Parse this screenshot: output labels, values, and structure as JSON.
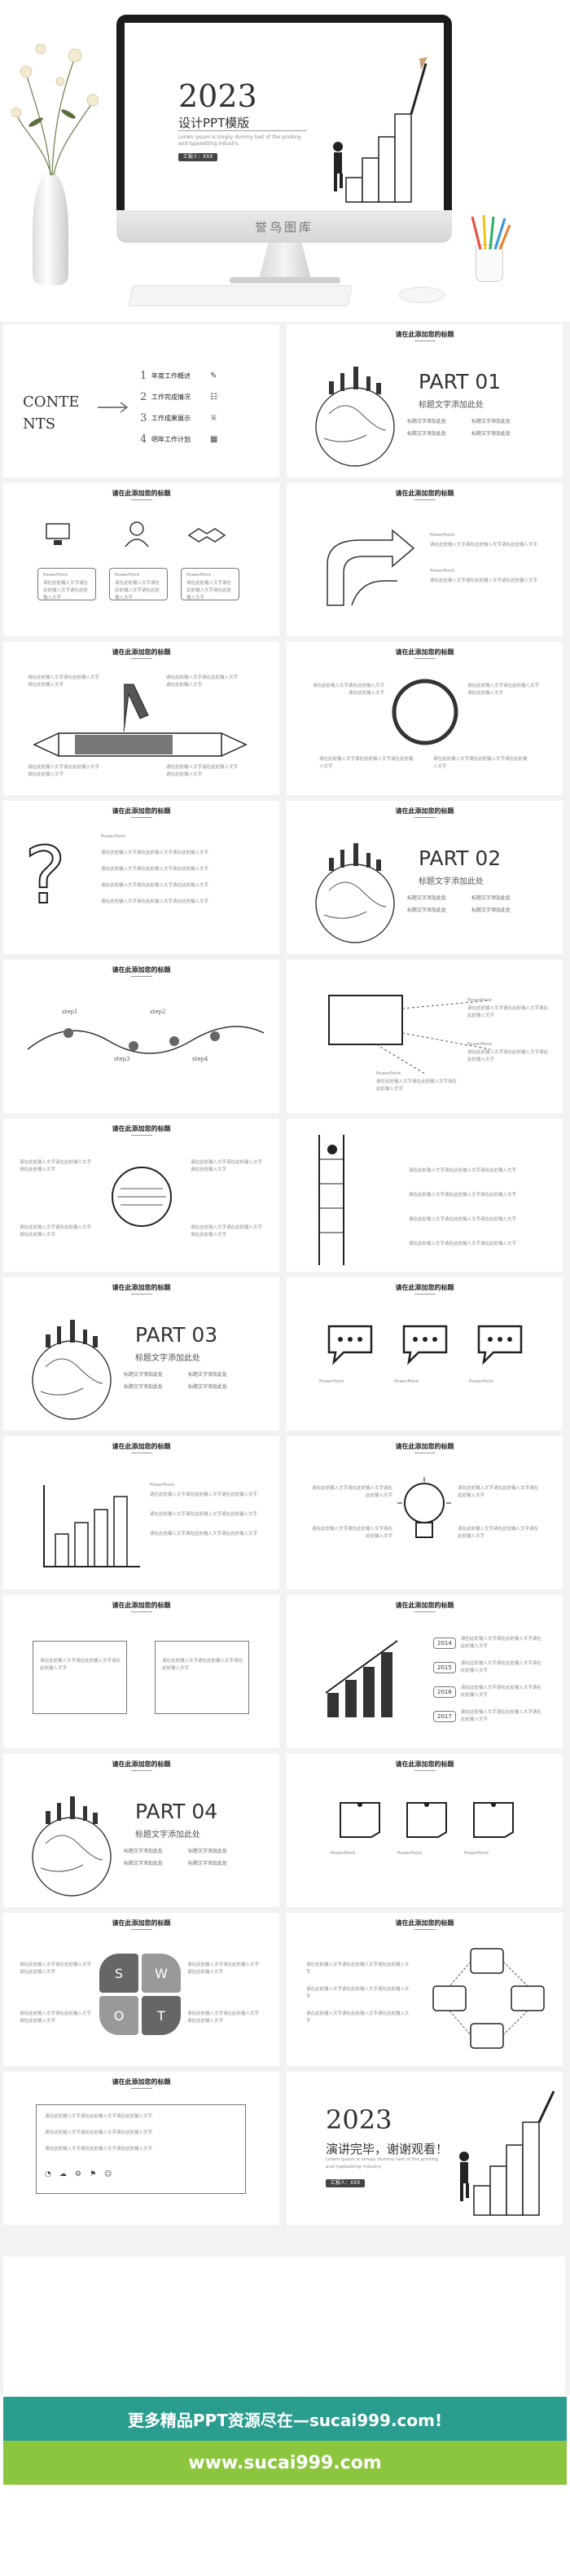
{
  "hero": {
    "year": "2023",
    "title": "设计PPT模版",
    "subtitle": "Lorem ipsum is simply dummy text of the printing and typesetting industry.",
    "badge": "汇报人：XXX",
    "brand": "誉鸟图库"
  },
  "slide_title": "请在此添加您的标题",
  "contents": {
    "word1": "CONTE",
    "word2": "NTS",
    "items": [
      {
        "num": "1",
        "label": "年度工作概述"
      },
      {
        "num": "2",
        "label": "工作完成情况"
      },
      {
        "num": "3",
        "label": "工作成果展示"
      },
      {
        "num": "4",
        "label": "明年工作计划"
      }
    ]
  },
  "parts": [
    {
      "num": "PART 01",
      "subtitle": "标题文字添加此处",
      "items": [
        "标题文字添加此处",
        "标题文字添加此处",
        "标题文字添加此处",
        "标题文字添加此处"
      ]
    },
    {
      "num": "PART 02",
      "subtitle": "标题文字添加此处",
      "items": [
        "标题文字添加此处",
        "标题文字添加此处",
        "标题文字添加此处",
        "标题文字添加此处"
      ]
    },
    {
      "num": "PART 03",
      "subtitle": "标题文字添加此处",
      "items": [
        "标题文字添加此处",
        "标题文字添加此处",
        "标题文字添加此处",
        "标题文字添加此处"
      ]
    },
    {
      "num": "PART 04",
      "subtitle": "标题文字添加此处",
      "items": [
        "标题文字添加此处",
        "标题文字添加此处",
        "标题文字添加此处",
        "标题文字添加此处"
      ]
    }
  ],
  "placeholder_label": "PowerPoint",
  "placeholder_text": "请在此处输入文字请在此处输入文字请在此处输入文字",
  "steps": [
    "step1",
    "step2",
    "step3",
    "step4"
  ],
  "years": [
    "2014",
    "2015",
    "2016",
    "2017"
  ],
  "swot": [
    "S",
    "W",
    "O",
    "T"
  ],
  "thanks": {
    "year": "2023",
    "title": "演讲完毕，谢谢观看！",
    "subtitle": "Lorem ipsum is simply dummy text of the printing and typesetting industry.",
    "badge": "汇报人：XXX"
  },
  "footer": {
    "top": "更多精品PPT资源尽在—sucai999.com!",
    "bottom": "www.sucai999.com"
  }
}
